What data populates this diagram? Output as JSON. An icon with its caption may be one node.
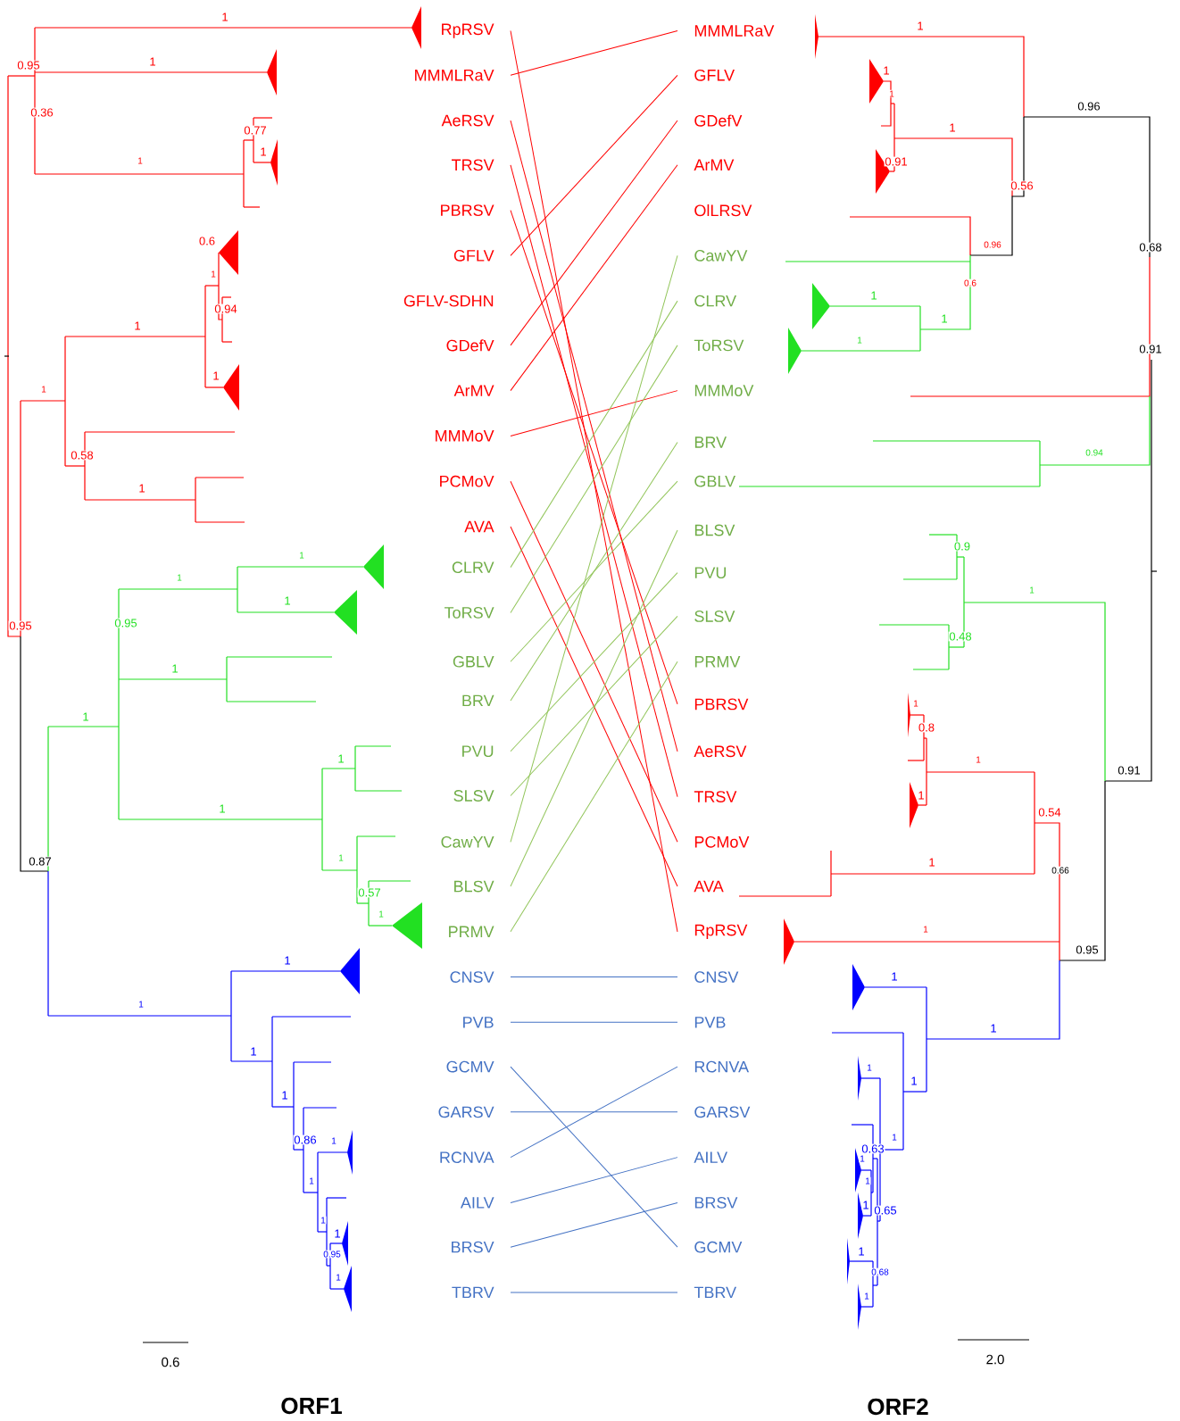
{
  "diagram": {
    "nodes": [
      {
        "text": [
          "RpRSV"
        ]
      },
      {
        "text": [
          "MMMLRaV"
        ]
      },
      {
        "text": [
          "AeRSV"
        ]
      },
      {
        "text": [
          "TRSV"
        ]
      },
      {
        "text": [
          "PBRSV"
        ]
      },
      {
        "text": [
          "GFLV"
        ]
      },
      {
        "text": [
          "GFLV-SDHN"
        ]
      },
      {
        "text": [
          "GDefV"
        ]
      },
      {
        "text": [
          "ArMV"
        ]
      },
      {
        "text": [
          "MMMoV"
        ]
      },
      {
        "text": [
          "PCMoV"
        ]
      },
      {
        "text": [
          "AVA"
        ]
      },
      {
        "text": [
          "CLRV"
        ]
      },
      {
        "text": [
          "ToRSV"
        ]
      },
      {
        "text": [
          "GBLV"
        ]
      },
      {
        "text": [
          "BRV"
        ]
      },
      {
        "text": [
          "PVU"
        ]
      },
      {
        "text": [
          "SLSV"
        ]
      },
      {
        "text": [
          "CawYV"
        ]
      },
      {
        "text": [
          "BLSV"
        ]
      },
      {
        "text": [
          "PRMV"
        ]
      },
      {
        "text": [
          "CNSV"
        ]
      },
      {
        "text": [
          "PVB"
        ]
      },
      {
        "text": [
          "GCMV"
        ]
      },
      {
        "text": [
          "GARSV"
        ]
      },
      {
        "text": [
          "RCNVA"
        ]
      },
      {
        "text": [
          "AILV"
        ]
      },
      {
        "text": [
          "BRSV"
        ]
      },
      {
        "text": [
          "TBRV"
        ]
      },
      {
        "text": [
          "MMMLRaV"
        ]
      },
      {
        "text": [
          "GFLV"
        ]
      },
      {
        "text": [
          "GDefV"
        ]
      },
      {
        "text": [
          "ArMV"
        ]
      },
      {
        "text": [
          "OlLRSV"
        ]
      },
      {
        "text": [
          "CawYV"
        ]
      },
      {
        "text": [
          "CLRV"
        ]
      },
      {
        "text": [
          "ToRSV"
        ]
      },
      {
        "text": [
          "MMMoV"
        ]
      },
      {
        "text": [
          "BRV"
        ]
      },
      {
        "text": [
          "GBLV"
        ]
      },
      {
        "text": [
          "BLSV"
        ]
      },
      {
        "text": [
          "PVU"
        ]
      },
      {
        "text": [
          "SLSV"
        ]
      },
      {
        "text": [
          "PRMV"
        ]
      },
      {
        "text": [
          "PBRSV"
        ]
      },
      {
        "text": [
          "AeRSV"
        ]
      },
      {
        "text": [
          "TRSV"
        ]
      },
      {
        "text": [
          "PCMoV"
        ]
      },
      {
        "text": [
          "AVA"
        ]
      },
      {
        "text": [
          "RpRSV"
        ]
      },
      {
        "text": [
          "CNSV"
        ]
      },
      {
        "text": [
          "PVB"
        ]
      },
      {
        "text": [
          "RCNVA"
        ]
      },
      {
        "text": [
          "GARSV"
        ]
      },
      {
        "text": [
          "AILV"
        ]
      },
      {
        "text": [
          "BRSV"
        ]
      },
      {
        "text": [
          "GCMV"
        ]
      },
      {
        "text": [
          "TBRV"
        ]
      }
    ],
    "edges": [
      {
        "from": 0,
        "to": 49,
        "arrow": "none"
      },
      {
        "from": 1,
        "to": 29,
        "arrow": "none"
      },
      {
        "from": 2,
        "to": 45,
        "arrow": "none"
      },
      {
        "from": 3,
        "to": 46,
        "arrow": "none"
      },
      {
        "from": 4,
        "to": 44,
        "arrow": "none"
      },
      {
        "from": 5,
        "to": 30,
        "arrow": "none"
      },
      {
        "from": 7,
        "to": 31,
        "arrow": "none"
      },
      {
        "from": 8,
        "to": 32,
        "arrow": "none"
      },
      {
        "from": 9,
        "to": 37,
        "arrow": "none"
      },
      {
        "from": 10,
        "to": 47,
        "arrow": "none"
      },
      {
        "from": 11,
        "to": 48,
        "arrow": "none"
      },
      {
        "from": 12,
        "to": 35,
        "arrow": "none",
        "color": "#92c55a"
      },
      {
        "from": 13,
        "to": 36,
        "arrow": "none",
        "color": "#92c55a"
      },
      {
        "from": 14,
        "to": 39,
        "arrow": "none",
        "color": "#92c55a"
      },
      {
        "from": 15,
        "to": 38,
        "arrow": "none",
        "color": "#92c55a"
      },
      {
        "from": 16,
        "to": 41,
        "arrow": "none",
        "color": "#92c55a"
      },
      {
        "from": 17,
        "to": 42,
        "arrow": "none",
        "color": "#92c55a"
      },
      {
        "from": 18,
        "to": 34,
        "arrow": "none",
        "color": "#92c55a"
      },
      {
        "from": 19,
        "to": 40,
        "arrow": "none",
        "color": "#92c55a"
      },
      {
        "from": 20,
        "to": 43,
        "arrow": "none",
        "color": "#92c55a"
      },
      {
        "from": 21,
        "to": 50,
        "arrow": "none",
        "color": "#4472c4"
      },
      {
        "from": 22,
        "to": 51,
        "arrow": "none",
        "color": "#4472c4"
      },
      {
        "from": 23,
        "to": 56,
        "arrow": "none",
        "color": "#4472c4"
      },
      {
        "from": 24,
        "to": 53,
        "arrow": "none",
        "color": "#4472c4"
      },
      {
        "from": 25,
        "to": 52,
        "arrow": "none",
        "color": "#4472c4"
      },
      {
        "from": 26,
        "to": 54,
        "arrow": "none",
        "color": "#4472c4"
      },
      {
        "from": 27,
        "to": 55,
        "arrow": "none",
        "color": "#4472c4"
      },
      {
        "from": 28,
        "to": 57,
        "arrow": "none",
        "color": "#4472c4"
      }
    ],
    "labels": [
      "1",
      "1",
      "0.95",
      "0.36",
      "0.77",
      "1",
      "1",
      "0.6",
      "1",
      "0.94",
      "1",
      "1",
      "1",
      "0.58",
      "1",
      "1",
      "1",
      "1",
      "0.95",
      "0.95",
      "1",
      "1",
      "1",
      "1",
      "0.87",
      "1",
      "0.57",
      "1",
      "1",
      "1",
      "1",
      "1",
      "0.86",
      "1",
      "1",
      "1",
      "1",
      "0.95",
      "1",
      "0.6",
      "ORF1",
      "1",
      "1",
      "1",
      "0.96",
      "1",
      "0.91",
      "0.56",
      "0.96",
      "0.68",
      "0.6",
      "1",
      "1",
      "1",
      "0.91",
      "0.94",
      "0.9",
      "1",
      "0.48",
      "1",
      "0.8",
      "1",
      "0.91",
      "1",
      "0.54",
      "1",
      "0.66",
      "1",
      "0.95",
      "1",
      "1",
      "1",
      "1",
      "1",
      "0.63",
      "1",
      "1",
      "1",
      "0.65",
      "1",
      "0.68",
      "1",
      "2.0",
      "ORF2"
    ]
  }
}
